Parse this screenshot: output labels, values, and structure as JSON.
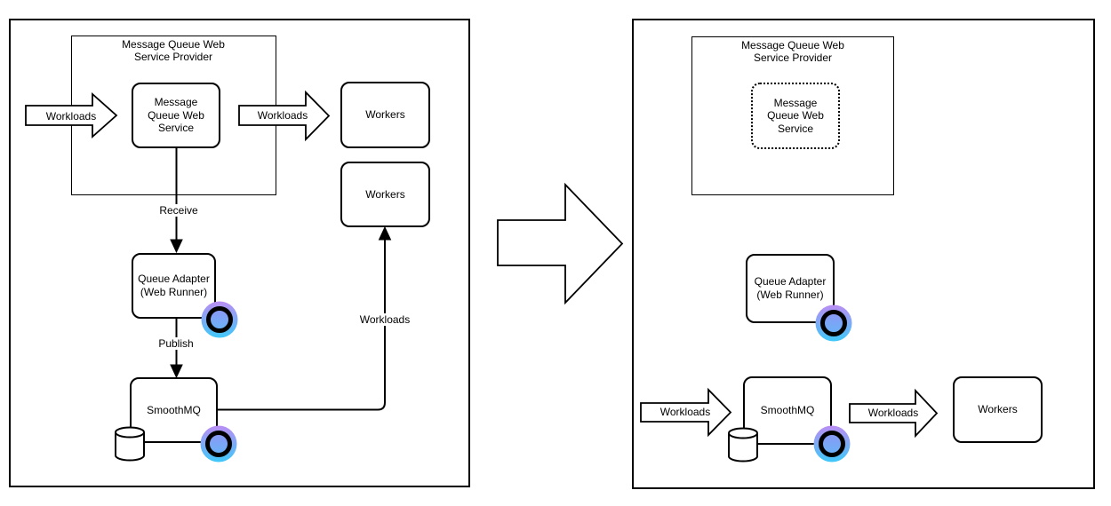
{
  "panels": {
    "before": {
      "provider_title": "Message Queue Web Service Provider",
      "nodes": {
        "mq_web_service": "Message Queue Web Service",
        "workers_top": "Workers",
        "workers_bottom": "Workers",
        "queue_adapter": "Queue Adapter (Web Runner)",
        "smoothmq": "SmoothMQ"
      },
      "edges": {
        "workloads_in": "Workloads",
        "workloads_out": "Workloads",
        "receive": "Receive",
        "publish": "Publish",
        "workloads_loop": "Workloads"
      }
    },
    "after": {
      "provider_title": "Message Queue Web Service Provider",
      "nodes": {
        "mq_web_service": "Message Queue Web Service",
        "queue_adapter": "Queue Adapter (Web Runner)",
        "smoothmq": "SmoothMQ",
        "workers": "Workers"
      },
      "edges": {
        "workloads_in": "Workloads",
        "workloads_out": "Workloads"
      }
    }
  },
  "icons": {
    "smoothmq_logo": "gradient circle with black ring (SmoothMQ logo)",
    "database": "database cylinder"
  },
  "colors": {
    "stroke": "#000000",
    "background": "#ffffff",
    "logo_outer_top": "#bb8df3",
    "logo_outer_bottom": "#3fc8f9",
    "logo_inner_top": "#8d97f4",
    "logo_inner_bottom": "#68b4f8"
  }
}
